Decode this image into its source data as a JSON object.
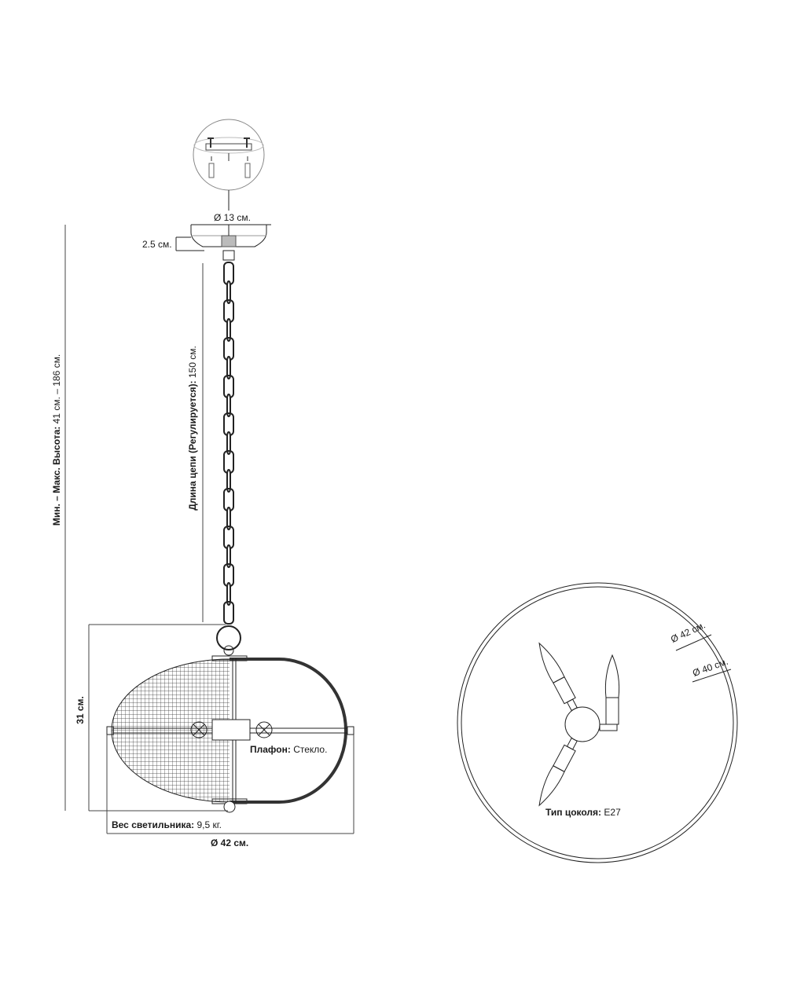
{
  "dimensions": {
    "canopy_diameter": "Ø 13 см.",
    "canopy_height": "2.5 см.",
    "height_label": "Мин. – Макс. Высота:",
    "height_value": "41 см. – 186 см.",
    "chain_label": "Длина цепи (Регулируется):",
    "chain_value": "150 см.",
    "body_height": "31 см.",
    "body_diameter": "Ø 42 см.",
    "top_outer_diameter": "Ø 42 см.",
    "top_inner_diameter": "Ø 40 см."
  },
  "specs": {
    "shade_label": "Плафон:",
    "shade_value": "Стекло.",
    "weight_label": "Вес светильника:",
    "weight_value": "9,5 кг.",
    "socket_label": "Тип цоколя:",
    "socket_value": "E27"
  }
}
